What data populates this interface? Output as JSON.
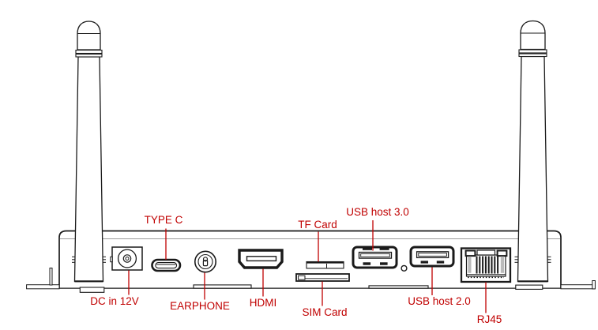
{
  "diagram": {
    "kind": "device rear-panel port identification diagram",
    "antenna_count": 2
  },
  "colors": {
    "label_red": "#c00000",
    "line_black": "#1a1a1a",
    "secondary_gray": "#9a9a9a",
    "background": "#ffffff"
  },
  "ports": [
    {
      "id": "dc-in-12v",
      "label": "DC in 12V",
      "label_position": "below"
    },
    {
      "id": "type-c",
      "label": "TYPE C",
      "label_position": "above"
    },
    {
      "id": "earphone",
      "label": "EARPHONE",
      "label_position": "below"
    },
    {
      "id": "hdmi",
      "label": "HDMI",
      "label_position": "below"
    },
    {
      "id": "tf-card",
      "label": "TF Card",
      "label_position": "above"
    },
    {
      "id": "sim-card",
      "label": "SIM Card",
      "label_position": "below"
    },
    {
      "id": "usb-host-3-0",
      "label": "USB host 3.0",
      "label_position": "above"
    },
    {
      "id": "usb-host-2-0",
      "label": "USB host 2.0",
      "label_position": "below"
    },
    {
      "id": "rj45",
      "label": "RJ45",
      "label_position": "below"
    }
  ]
}
